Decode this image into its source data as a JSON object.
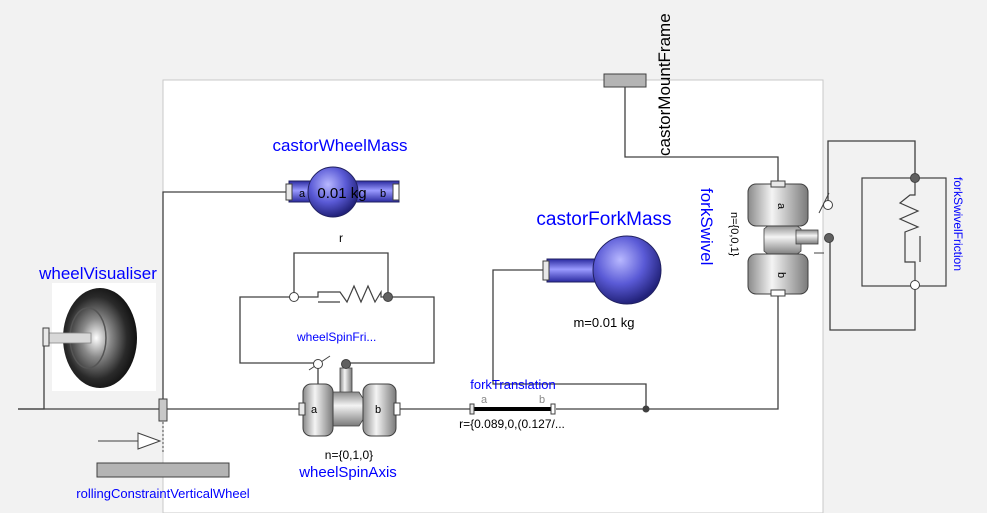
{
  "labels": {
    "castor_mount_frame": "castorMountFrame",
    "castor_wheel_mass": "castorWheelMass",
    "castor_wheel_mass_value": "0.01 kg",
    "castor_fork_mass": "castorForkMass",
    "castor_fork_mass_value": "m=0.01 kg",
    "wheel_visualiser": "wheelVisualiser",
    "wheel_spin_friction": "wheelSpinFri...",
    "wheel_spin_axis": "wheelSpinAxis",
    "wheel_spin_axis_n": "n={0,1,0}",
    "fork_translation": "forkTranslation",
    "fork_translation_r": "r={0.089,0,(0.127/...",
    "fork_swivel": "forkSwivel",
    "fork_swivel_n": "n={0,0,1}",
    "fork_swivel_friction": "forkSwivelFriction",
    "rolling_constraint": "rollingConstraintVerticalWheel",
    "r_label": "r",
    "port_a": "a",
    "port_b": "b"
  },
  "colors": {
    "label_blue": "#0000ff",
    "mass_fill": "#5a5ad6",
    "connection": "#404040",
    "background_pane": "#ffffff"
  }
}
